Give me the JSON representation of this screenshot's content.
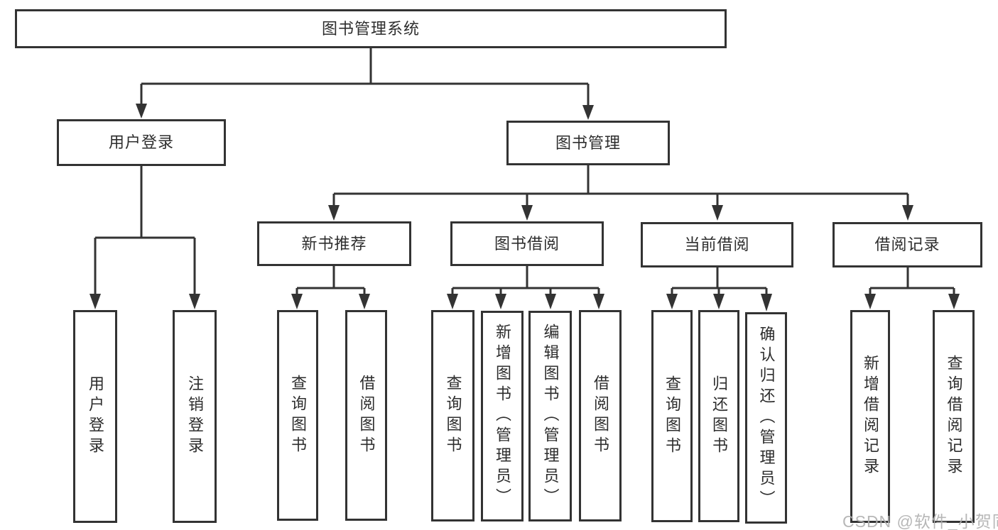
{
  "tree": {
    "label": "图书管理系统",
    "children": [
      {
        "label": "用户登录",
        "children": [
          {
            "label": "用户登录"
          },
          {
            "label": "注销登录"
          }
        ]
      },
      {
        "label": "图书管理",
        "children": [
          {
            "label": "新书推荐",
            "children": [
              {
                "label": "查询图书"
              },
              {
                "label": "借阅图书"
              }
            ]
          },
          {
            "label": "图书借阅",
            "children": [
              {
                "label": "查询图书"
              },
              {
                "label": "新增图书（管理员）"
              },
              {
                "label": "编辑图书（管理员）"
              },
              {
                "label": "借阅图书"
              }
            ]
          },
          {
            "label": "当前借阅",
            "children": [
              {
                "label": "查询图书"
              },
              {
                "label": "归还图书"
              },
              {
                "label": "确认归还（管理员）"
              }
            ]
          },
          {
            "label": "借阅记录",
            "children": [
              {
                "label": "新增借阅记录"
              },
              {
                "label": "查询借阅记录"
              }
            ]
          }
        ]
      }
    ]
  },
  "watermark": {
    "text": "CSDN @软件_小贺同学"
  },
  "colors": {
    "line": "#333333",
    "border": "#333333",
    "fill": "#ffffff",
    "text": "#2d2d2d",
    "watermark": "#b0b0b0",
    "bg": "#ffffff"
  }
}
